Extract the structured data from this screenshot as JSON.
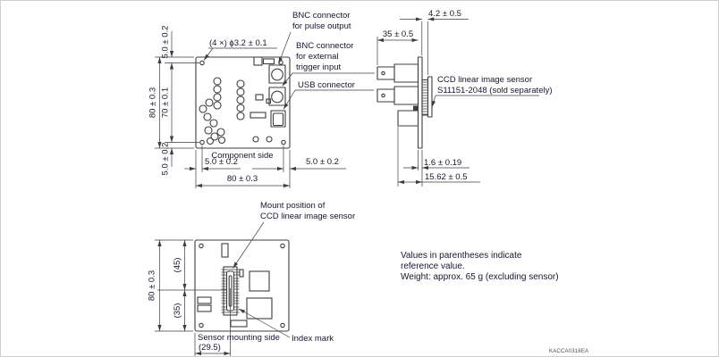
{
  "colors": {
    "line": "#3d3d3d",
    "text": "#16162e",
    "background": "#ffffff"
  },
  "front_view": {
    "hole_note": "(4 ×) ϕ3.2 ± 0.1",
    "labels": {
      "bnc_pulse": [
        "BNC connector",
        "for pulse output"
      ],
      "bnc_trigger": [
        "BNC connector",
        "for external",
        "trigger input"
      ],
      "usb": "USB connector",
      "side_name": "Component side"
    },
    "dims": {
      "top_inset": "5.0 ± 0.2",
      "board_height": "80 ± 0.3",
      "hole_pitch_v": "70 ± 0.1",
      "bottom_inset": "5.0 ± 0.2",
      "left_inset": "5.0 ± 0.2",
      "right_inset": "5.0 ± 0.2",
      "board_width": "80 ± 0.3"
    }
  },
  "side_view": {
    "dims": {
      "bnc_protrusion": "35 ± 0.5",
      "sensor_height": "4.2 ± 0.5",
      "pcb_thickness": "1.6 ± 0.19",
      "total_depth": "15.62 ± 0.5"
    },
    "sensor_label": [
      "CCD linear image sensor",
      "S11151-2048 (sold separately)"
    ]
  },
  "back_view": {
    "labels": {
      "mount_position": [
        "Mount position of",
        "CCD linear image sensor"
      ],
      "side_name": "Sensor mounting side",
      "index_mark": "Index mark"
    },
    "dims": {
      "board_height": "80 ± 0.3",
      "upper_ref": "(45)",
      "lower_ref": "(35)",
      "connector_offset": "(29.5)"
    }
  },
  "notes": [
    "Values in parentheses indicate",
    "reference value.",
    "Weight: approx. 65 g (excluding sensor)"
  ],
  "drawing_code": "KACCA0318EA"
}
